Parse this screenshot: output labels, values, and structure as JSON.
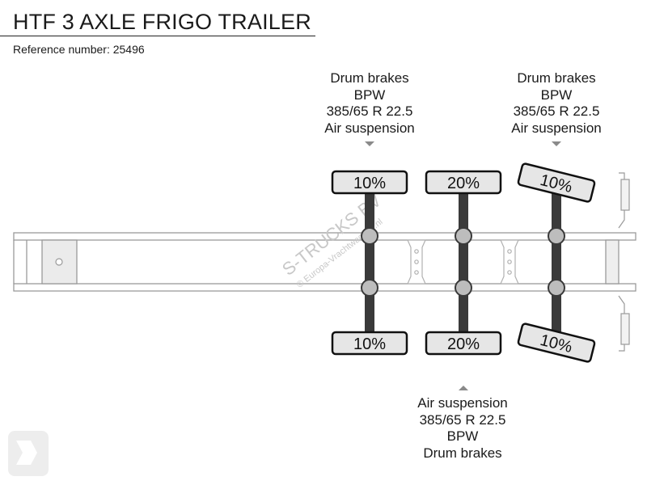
{
  "header": {
    "title": "HTF 3 AXLE FRIGO TRAILER",
    "reference": "Reference number: 25496"
  },
  "axles": [
    {
      "spec_lines": [
        "Drum brakes",
        "BPW",
        "385/65 R 22.5",
        "Air suspension"
      ],
      "spec_position": "top",
      "top_tyre": "10%",
      "bottom_tyre": "10%",
      "liftable": false
    },
    {
      "spec_lines": [
        "Air suspension",
        "385/65 R 22.5",
        "BPW",
        "Drum brakes"
      ],
      "spec_position": "bottom",
      "top_tyre": "20%",
      "bottom_tyre": "20%",
      "liftable": false
    },
    {
      "spec_lines": [
        "Drum brakes",
        "BPW",
        "385/65 R 22.5",
        "Air suspension"
      ],
      "spec_position": "top",
      "top_tyre": "10%",
      "bottom_tyre": "10%",
      "liftable": true
    }
  ],
  "watermark": {
    "line1": "S-TRUCKS BV",
    "line2": "© Europa-Vrachtwagens.nl"
  },
  "colors": {
    "tyre_fill": "#e6e6e6",
    "axle": "#3a3a3a",
    "hub": "#bdbdbd",
    "frame": "#9a9a9a",
    "pointer": "#8a8a8a"
  }
}
